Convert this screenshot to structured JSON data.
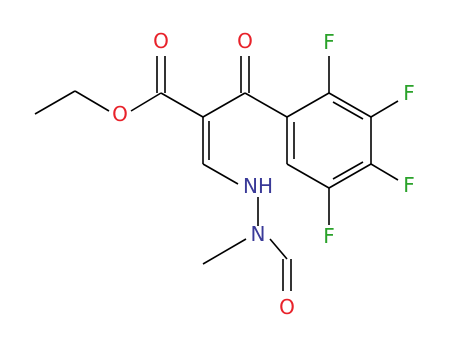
{
  "molecule": {
    "atoms": {
      "o_carbonyl_ester": "O",
      "o_ester": "O",
      "o_ketone": "O",
      "o_formyl": "O",
      "nh": "NH",
      "n_methyl": "N",
      "f1": "F",
      "f2": "F",
      "f3": "F",
      "f4": "F"
    }
  },
  "colors": {
    "oxygen": "#e8222a",
    "nitrogen": "#3a3a98",
    "fluorine": "#2aa22a",
    "bond": "#000000"
  }
}
